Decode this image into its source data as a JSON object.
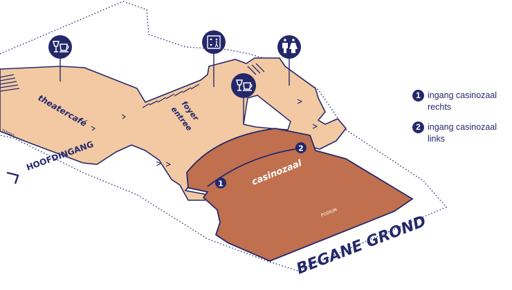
{
  "colors": {
    "navy": "#24286b",
    "floor": "#f2c9a2",
    "hall": "#c0704f",
    "dotted_outline": "#24286b",
    "background": "#ffffff"
  },
  "rooms": {
    "theatercafe": "theatercafé",
    "foyer_line1": "foyer",
    "foyer_line2": "entree",
    "casinozaal": "casinozaal",
    "podium": "PODIUM",
    "edge_text": "TERRAS"
  },
  "entrance": {
    "label": "HOOFDINGANG",
    "icon": "arrow-chevron-icon"
  },
  "floor_title": "BEGANE GROND",
  "markers": [
    {
      "number": "1"
    },
    {
      "number": "2"
    }
  ],
  "icons": [
    {
      "name": "wine-coffee-icon"
    },
    {
      "name": "lift-icon"
    },
    {
      "name": "wine-coffee-icon"
    },
    {
      "name": "toilets-icon"
    }
  ],
  "legend": [
    {
      "number": "1",
      "text": "ingang casinozaal rechts"
    },
    {
      "number": "2",
      "text": "ingang casinozaal links"
    }
  ]
}
